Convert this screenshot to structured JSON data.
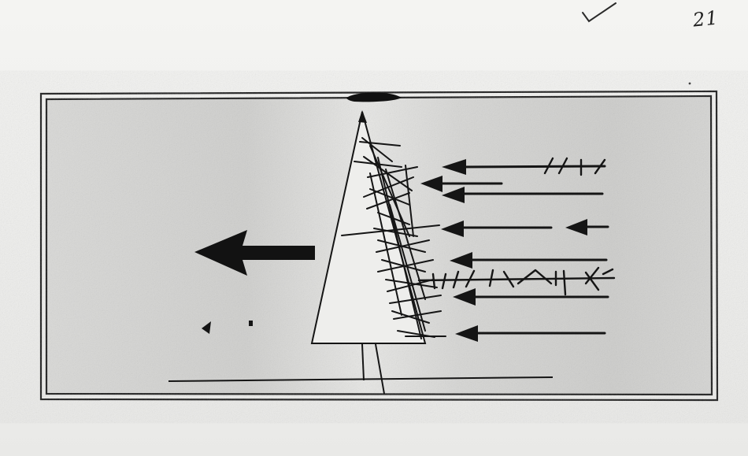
{
  "page": {
    "page_number": "21"
  },
  "bleed_through_text": "",
  "figure": {
    "paper_color": "#f1f1ef",
    "frame_fill_color": "#d2d2d0",
    "ink_color": "#151515",
    "wind_arrows_count": 8,
    "big_arrow_direction": "left"
  }
}
